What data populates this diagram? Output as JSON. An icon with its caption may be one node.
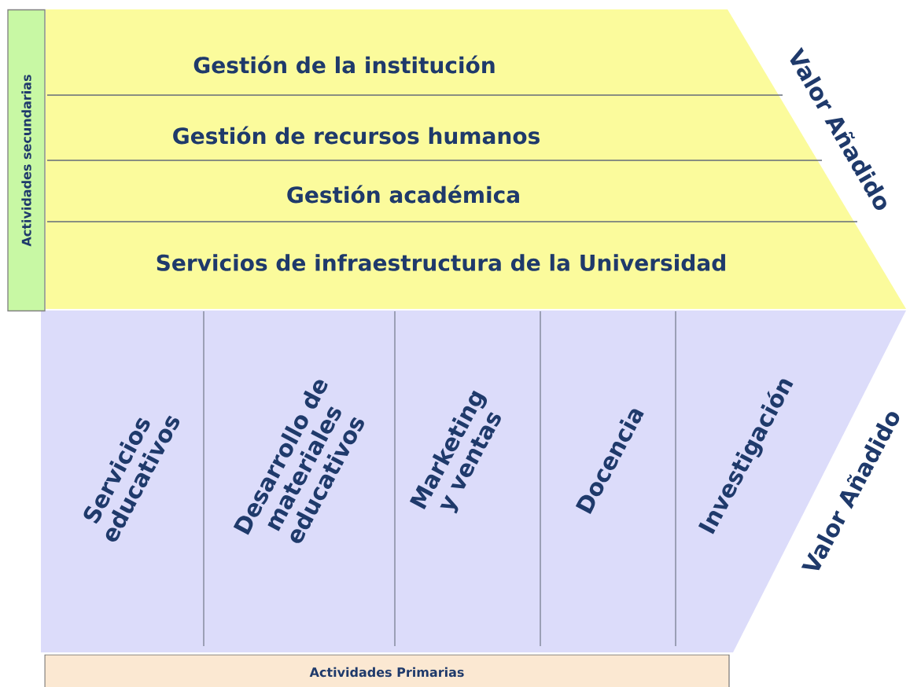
{
  "diagram": {
    "nodes": [
      {
        "text": [
          "Actividades secundarias"
        ]
      },
      {
        "text": [],
        "shape": "trapezoid",
        "beside": [
          "Valor Añadido"
        ]
      },
      {
        "text": [
          "Gestión de la institución"
        ],
        "in": 1
      },
      {
        "text": [
          "Gestión de recursos humanos"
        ],
        "in": 1
      },
      {
        "text": [
          "Gestión académica"
        ],
        "in": 1
      },
      {
        "text": [
          "Servicios de infraestructura de la Universidad"
        ],
        "in": 1
      },
      {
        "text": [],
        "shape": "trapezoid",
        "beside": [
          "Valor Añadido"
        ]
      },
      {
        "text": [
          "Servicios educativos"
        ],
        "in": 6
      },
      {
        "text": [
          "Desarrollo de materiales educativos"
        ],
        "in": 6
      },
      {
        "text": [
          "Marketing y ventas"
        ],
        "in": 6
      },
      {
        "text": [
          "Docencia"
        ],
        "in": 6
      },
      {
        "text": [
          "Investigación"
        ],
        "in": 6
      },
      {
        "text": [
          "Actividades Primarias"
        ]
      }
    ],
    "edges": []
  }
}
